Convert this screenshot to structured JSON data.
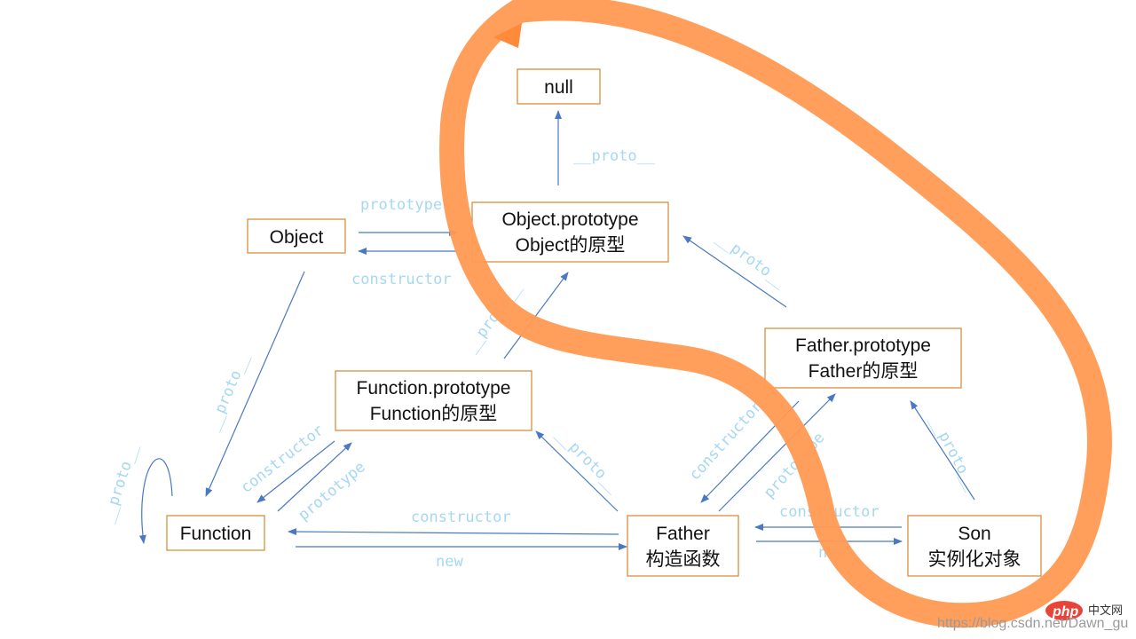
{
  "nodes": {
    "null": [
      "null"
    ],
    "object": [
      "Object"
    ],
    "object_prototype": [
      "Object.prototype",
      "Object的原型"
    ],
    "function_prototype": [
      "Function.prototype",
      "Function的原型"
    ],
    "father_prototype": [
      "Father.prototype",
      "Father的原型"
    ],
    "function": [
      "Function"
    ],
    "father": [
      "Father",
      "构造函数"
    ],
    "son": [
      "Son",
      "实例化对象"
    ]
  },
  "edges": {
    "proto": "__proto__",
    "prototype": "prototype",
    "constructor": "constructor",
    "new": "new"
  },
  "watermark": {
    "php_badge": "php",
    "site_cn": "中文网",
    "url": "https://blog.csdn.net/Dawn_gu"
  },
  "colors": {
    "node_border": "#d4872e",
    "arrow": "#4a78c2",
    "edge_label": "#a6d8f2",
    "highlight_stroke": "#ff9a52",
    "watermark_badge": "#e8443a"
  }
}
